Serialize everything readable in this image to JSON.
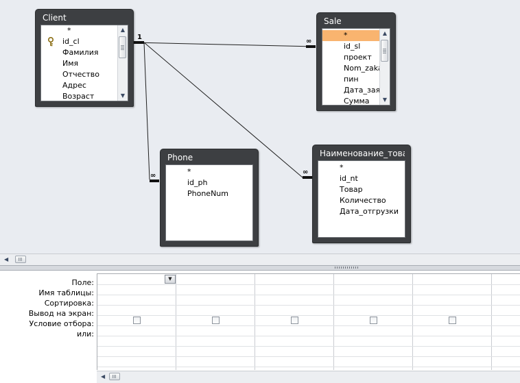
{
  "tables": {
    "client": {
      "title": "Client",
      "fields": [
        "*",
        "id_cl",
        "Фамилия",
        "Имя",
        "Отчество",
        "Адрес",
        "Возраст"
      ],
      "key_field": "id_cl",
      "key_icon": "key-icon"
    },
    "sale": {
      "title": "Sale",
      "fields": [
        "*",
        "id_sl",
        "проект",
        "Nom_zakaza",
        "пин",
        "Дата_заявки",
        "Сумма"
      ],
      "selected_field": "*",
      "selected_color": "#f9b46f"
    },
    "phone": {
      "title": "Phone",
      "fields": [
        "*",
        "id_ph",
        "PhoneNum"
      ]
    },
    "naimenovanie": {
      "title": "Наименование_това...",
      "fields": [
        "*",
        "id_nt",
        "Товар",
        "Количество",
        "Дата_отгрузки"
      ]
    }
  },
  "relationships": [
    {
      "from": "client",
      "to": "sale",
      "one_label": "1",
      "many_label": "∞"
    },
    {
      "from": "client",
      "to": "phone",
      "many_label": "∞"
    },
    {
      "from": "client",
      "to": "naimenovanie",
      "many_label": "∞"
    }
  ],
  "query_grid": {
    "row_labels": [
      "Поле:",
      "Имя таблицы:",
      "Сортировка:",
      "Вывод на экран:",
      "Условие отбора:",
      "или:"
    ],
    "column_count": 5,
    "show_checkboxes": [
      false,
      false,
      false,
      false,
      false
    ]
  },
  "icons": {
    "scroll_up": "▲",
    "scroll_down": "▼",
    "scroll_left": "◀",
    "dropdown": "▼"
  },
  "colors": {
    "canvas_bg": "#e9ecf1",
    "table_frame": "#3d3f42",
    "selection": "#f9b46f"
  }
}
